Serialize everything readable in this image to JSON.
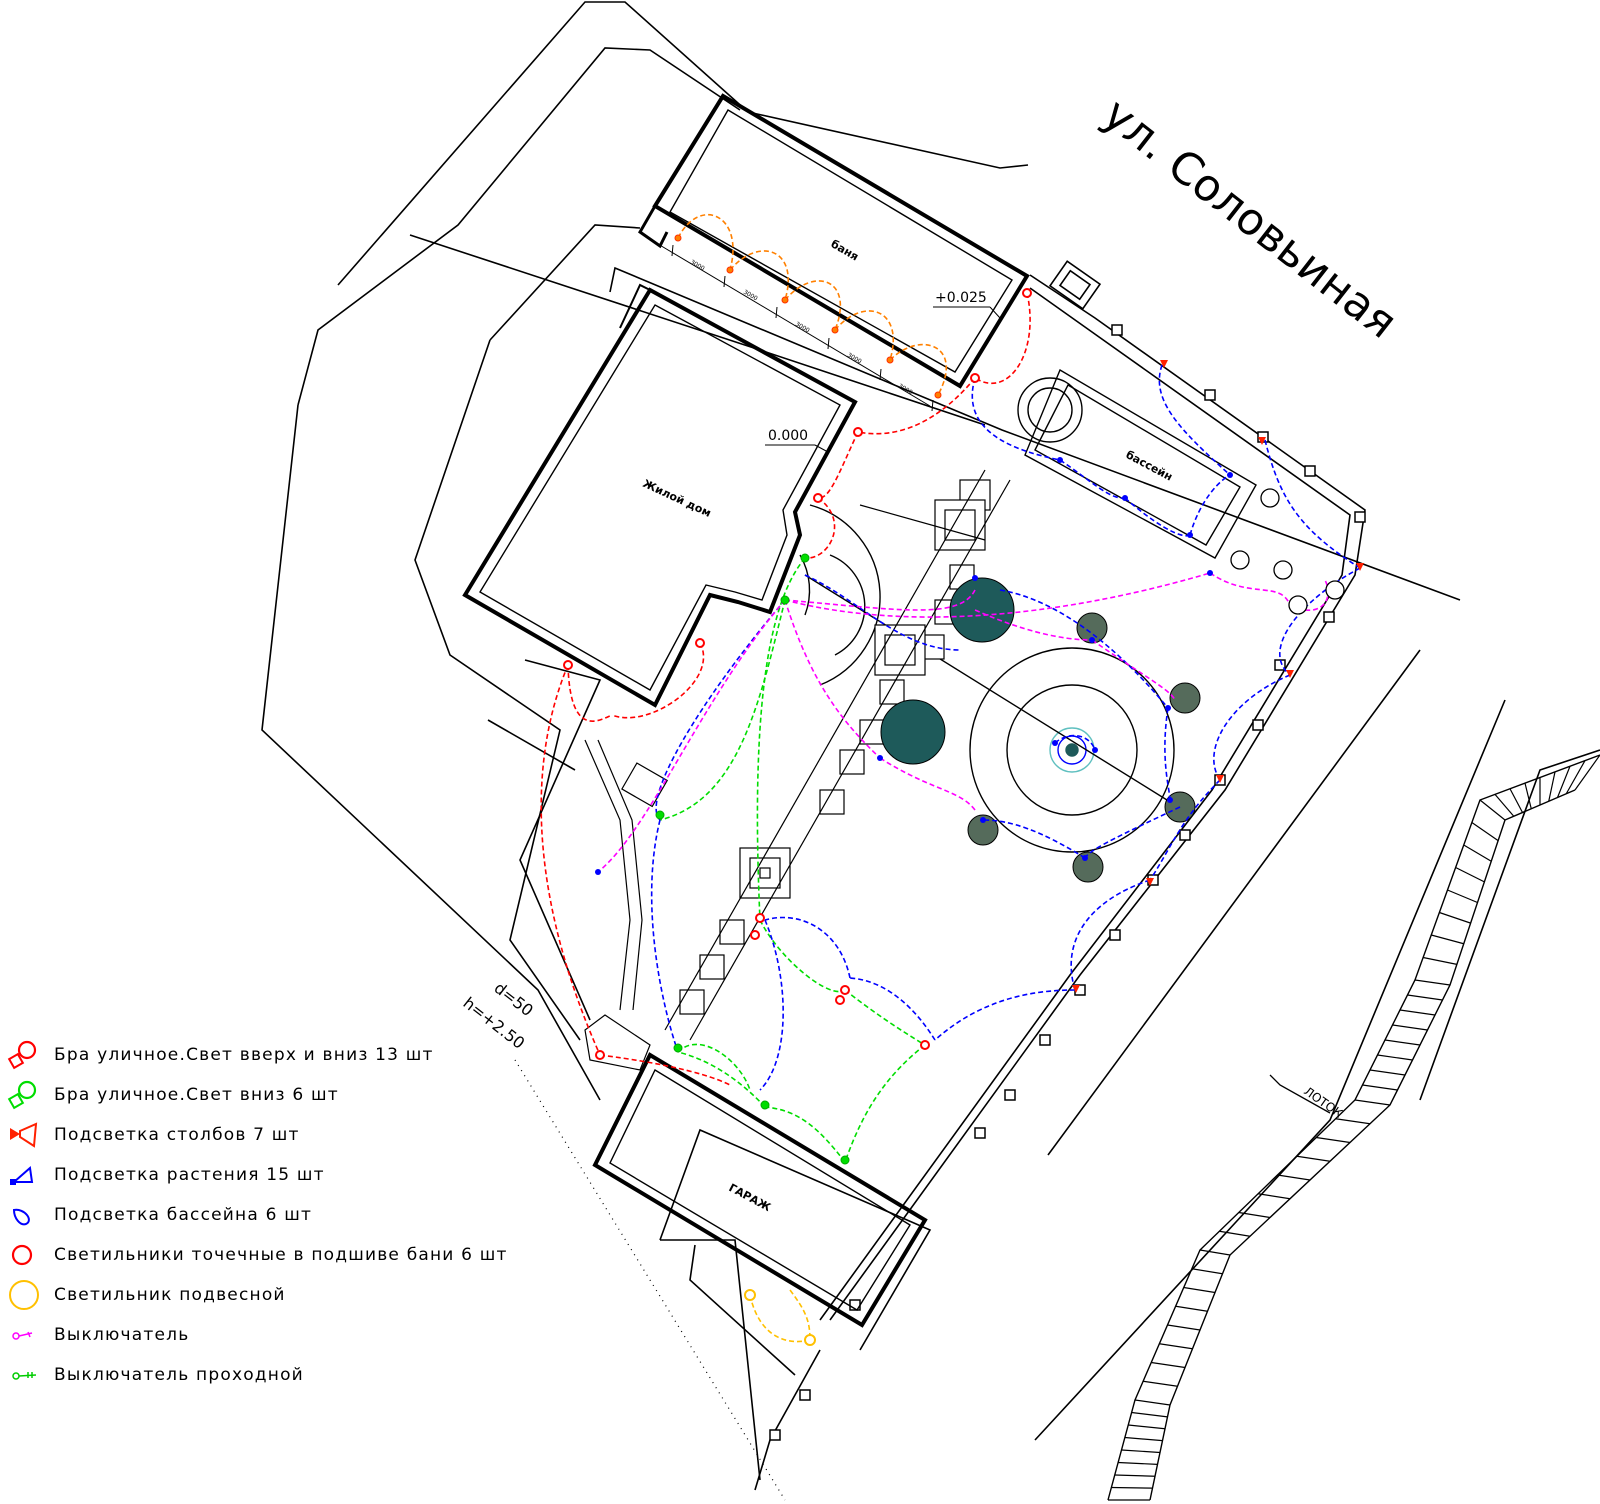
{
  "street": {
    "name": "ул. Соловьиная"
  },
  "buildings": {
    "banya": "баня",
    "house": "Жилой дом",
    "garage": "ГАРАЖ",
    "pool": "бассейн"
  },
  "levels": {
    "banya_level": "+0.025",
    "house_level": "0.000"
  },
  "spacing_labels": [
    "3000",
    "3000",
    "3000",
    "3000",
    "3000"
  ],
  "wall_annotations": {
    "diameter": "d=50",
    "height": "h=+2.50"
  },
  "tray_label": "ЛОТОК",
  "colors": {
    "wall_up_down_light": "#ff0000",
    "wall_down_light": "#00dd00",
    "post_light": "#ff2000",
    "plant_light": "#0000ff",
    "pool_light": "#0000ff",
    "spot_light": "#ff0000",
    "pendant_light": "#ffc000",
    "switch": "#ff00ff",
    "pass_switch": "#00cc00",
    "banya_circuit": "#ff8000",
    "tree": "#1e5a5a"
  },
  "legend": [
    {
      "icon": "wall-lamp-up-down-icon",
      "text": "Бра уличное.Свет вверх и вниз 13 шт"
    },
    {
      "icon": "wall-lamp-down-icon",
      "text": "Бра уличное.Свет вниз 6 шт"
    },
    {
      "icon": "post-light-icon",
      "text": "Подсветка столбов 7 шт"
    },
    {
      "icon": "plant-light-icon",
      "text": "Подсветка растения 15 шт"
    },
    {
      "icon": "pool-light-icon",
      "text": "Подсветка бассейна 6 шт"
    },
    {
      "icon": "spot-light-icon",
      "text": "Светильники точечные в подшиве бани 6 шт"
    },
    {
      "icon": "pendant-light-icon",
      "text": "Светильник подвесной"
    },
    {
      "icon": "switch-icon",
      "text": "Выключатель"
    },
    {
      "icon": "pass-switch-icon",
      "text": "Выключатель проходной"
    }
  ]
}
